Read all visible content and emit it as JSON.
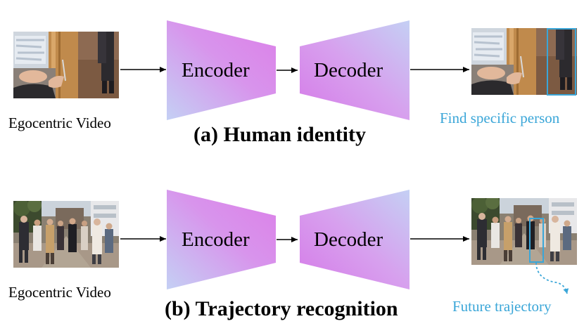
{
  "panels": [
    {
      "id": "a",
      "input_caption": "Egocentric Video",
      "encoder_label": "Encoder",
      "decoder_label": "Decoder",
      "output_caption": "Find specific person",
      "title": "(a) Human identity"
    },
    {
      "id": "b",
      "input_caption": "Egocentric Video",
      "encoder_label": "Encoder",
      "decoder_label": "Decoder",
      "output_caption": "Future trajectory",
      "title": "(b) Trajectory recognition"
    }
  ],
  "colors": {
    "accent_blue": "#3aa6d8",
    "gradient_lavender": "#c8c4f2",
    "gradient_magenta": "#dd7ce8"
  }
}
